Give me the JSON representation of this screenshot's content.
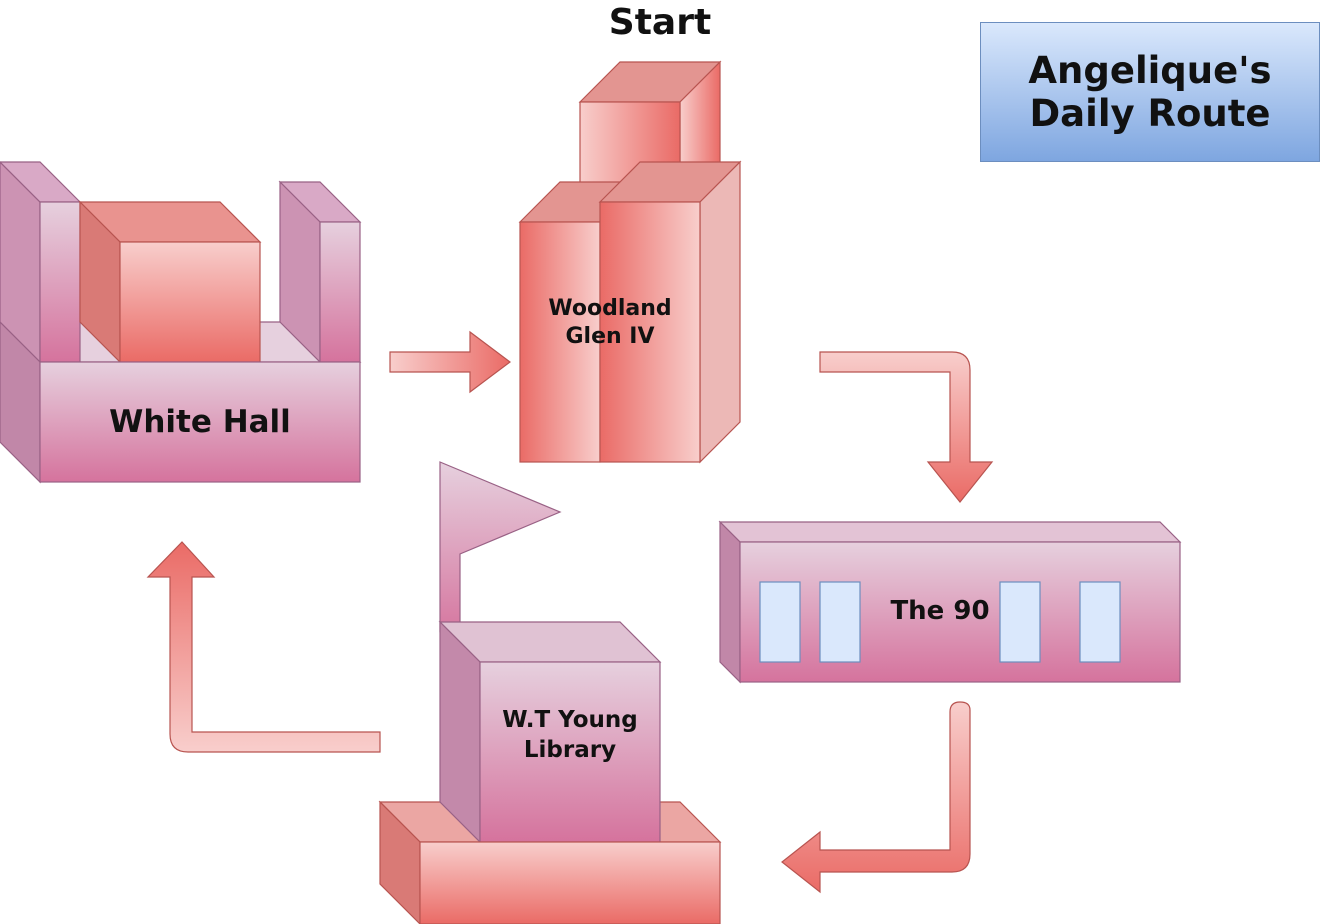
{
  "title": "Angelique's\nDaily Route",
  "start_label": "Start",
  "buildings": {
    "white_hall": "White Hall",
    "woodland_glen": "Woodland\nGlen IV",
    "the_90": "The 90",
    "library": "W.T Young\nLibrary"
  },
  "colors": {
    "red_top": "#f8cecc",
    "red_bottom": "#ea6b66",
    "red_stroke": "#b85450",
    "pink_top": "#e6d0de",
    "pink_bottom": "#d5739d",
    "pink_stroke": "#996185",
    "window_fill": "#dae8fc",
    "window_stroke": "#6c8ebf",
    "title_top": "#dae8fc",
    "title_bottom": "#7ea6e0"
  }
}
